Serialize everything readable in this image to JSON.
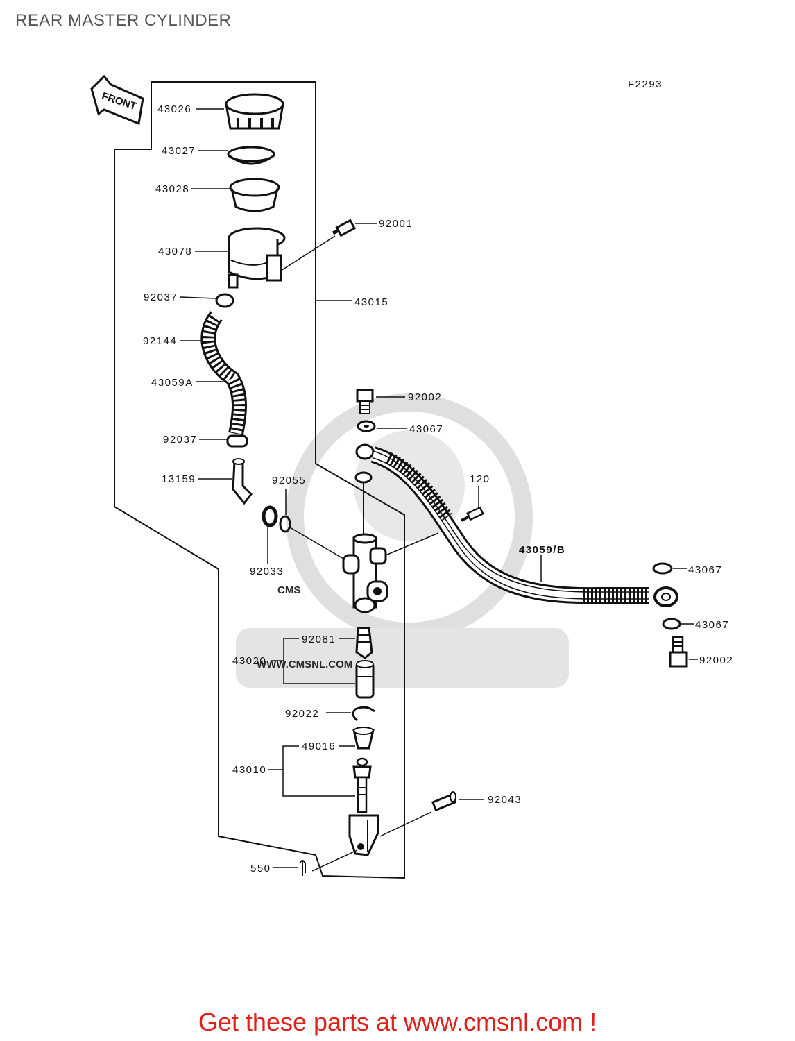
{
  "page": {
    "title": "REAR MASTER CYLINDER"
  },
  "diagram": {
    "figure_ref": "F2293",
    "front_label": "FRONT",
    "parts": {
      "p43026": "43026",
      "p43027": "43027",
      "p43028": "43028",
      "p92001": "92001",
      "p43078": "43078",
      "p92037_top": "92037",
      "p43015": "43015",
      "p92144": "92144",
      "p43059a": "43059A",
      "p92002_top": "92002",
      "p43067_top": "43067",
      "p92037_bottom": "92037",
      "p120": "120",
      "p13159": "13159",
      "p92055": "92055",
      "p43059b": "43059/B",
      "p43067_right1": "43067",
      "p92033": "92033",
      "p43067_right2": "43067",
      "p92081": "92081",
      "p92002_right": "92002",
      "p43020": "43020",
      "p92022": "92022",
      "p49016": "49016",
      "p43010": "43010",
      "p92043": "92043",
      "p550": "550"
    }
  },
  "watermark": {
    "logo_text": "CMS",
    "url_text": "WWW.CMSNL.COM"
  },
  "footer": {
    "promo_text": "Get these parts at www.cmsnl.com !"
  },
  "colors": {
    "promo": "#e0201b",
    "watermark": "#d9d9d9",
    "ink": "#111111"
  }
}
